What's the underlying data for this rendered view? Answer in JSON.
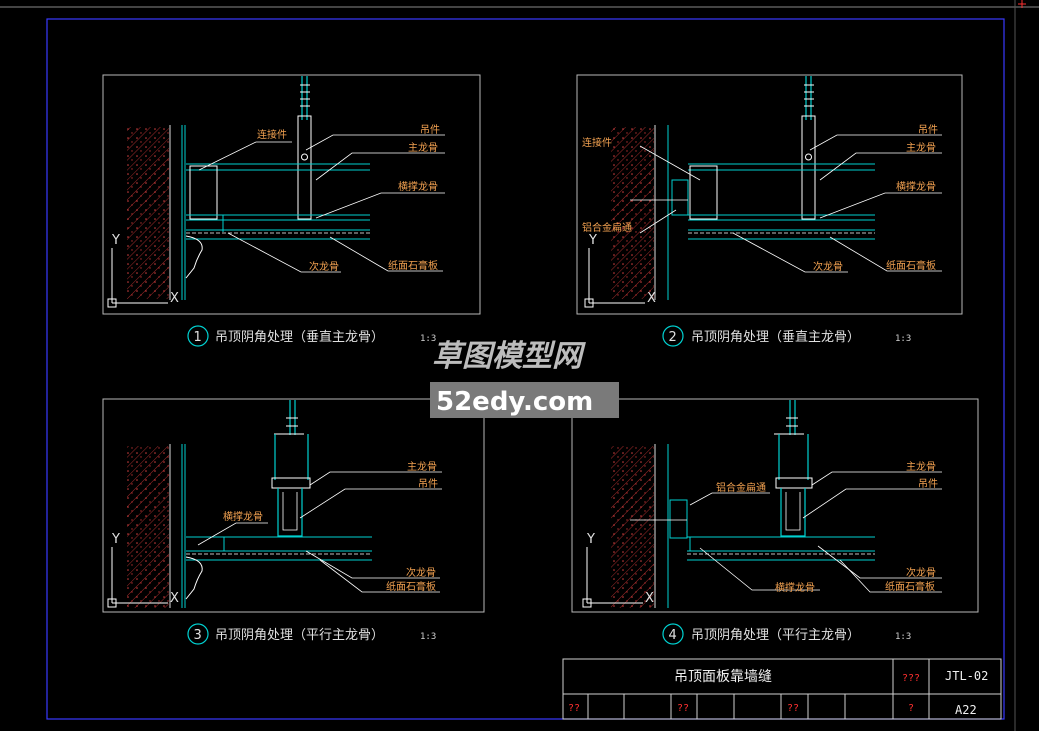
{
  "colors": {
    "background": "#000000",
    "border": "#3a3aff",
    "frame": "#b8b8b8",
    "structure": "#00d0d0",
    "hatch": "#cc3333",
    "leader": "#ffffff",
    "label": "#f0a050",
    "warning": "#ff3030"
  },
  "details": [
    {
      "number": "1",
      "title": "吊顶阴角处理（垂直主龙骨）",
      "scale": "1:3",
      "labels": {
        "connector": "连接件",
        "hanger": "吊件",
        "main_keel": "主龙骨",
        "brace_keel": "横撑龙骨",
        "secondary_keel": "次龙骨",
        "gypsum_board": "纸面石膏板"
      }
    },
    {
      "number": "2",
      "title": "吊顶阴角处理（垂直主龙骨）",
      "scale": "1:3",
      "labels": {
        "connector": "连接件",
        "hanger": "吊件",
        "main_keel": "主龙骨",
        "brace_keel": "横撑龙骨",
        "aluminum_trim": "铝合金扁通",
        "secondary_keel": "次龙骨",
        "gypsum_board": "纸面石膏板"
      }
    },
    {
      "number": "3",
      "title": "吊顶阴角处理（平行主龙骨）",
      "scale": "1:3",
      "labels": {
        "main_keel": "主龙骨",
        "hanger": "吊件",
        "brace_keel": "横撑龙骨",
        "secondary_keel": "次龙骨",
        "gypsum_board": "纸面石膏板"
      }
    },
    {
      "number": "4",
      "title": "吊顶阴角处理（平行主龙骨）",
      "scale": "1:3",
      "labels": {
        "main_keel": "主龙骨",
        "hanger": "吊件",
        "aluminum_trim": "铝合金扁通",
        "brace_keel": "横撑龙骨",
        "secondary_keel": "次龙骨",
        "gypsum_board": "纸面石膏板"
      }
    }
  ],
  "ucs": {
    "y": "Y",
    "x": "X"
  },
  "watermark": {
    "line1": "草图模型网",
    "line2": "52edy.com"
  },
  "title_block": {
    "title": "吊顶面板靠墙缝",
    "code": "JTL-02",
    "sheet": "A22",
    "marks": {
      "top": "???",
      "bottom_a": "??",
      "bottom_b": "??",
      "bottom_c": "??",
      "bottom_d": "?"
    }
  }
}
